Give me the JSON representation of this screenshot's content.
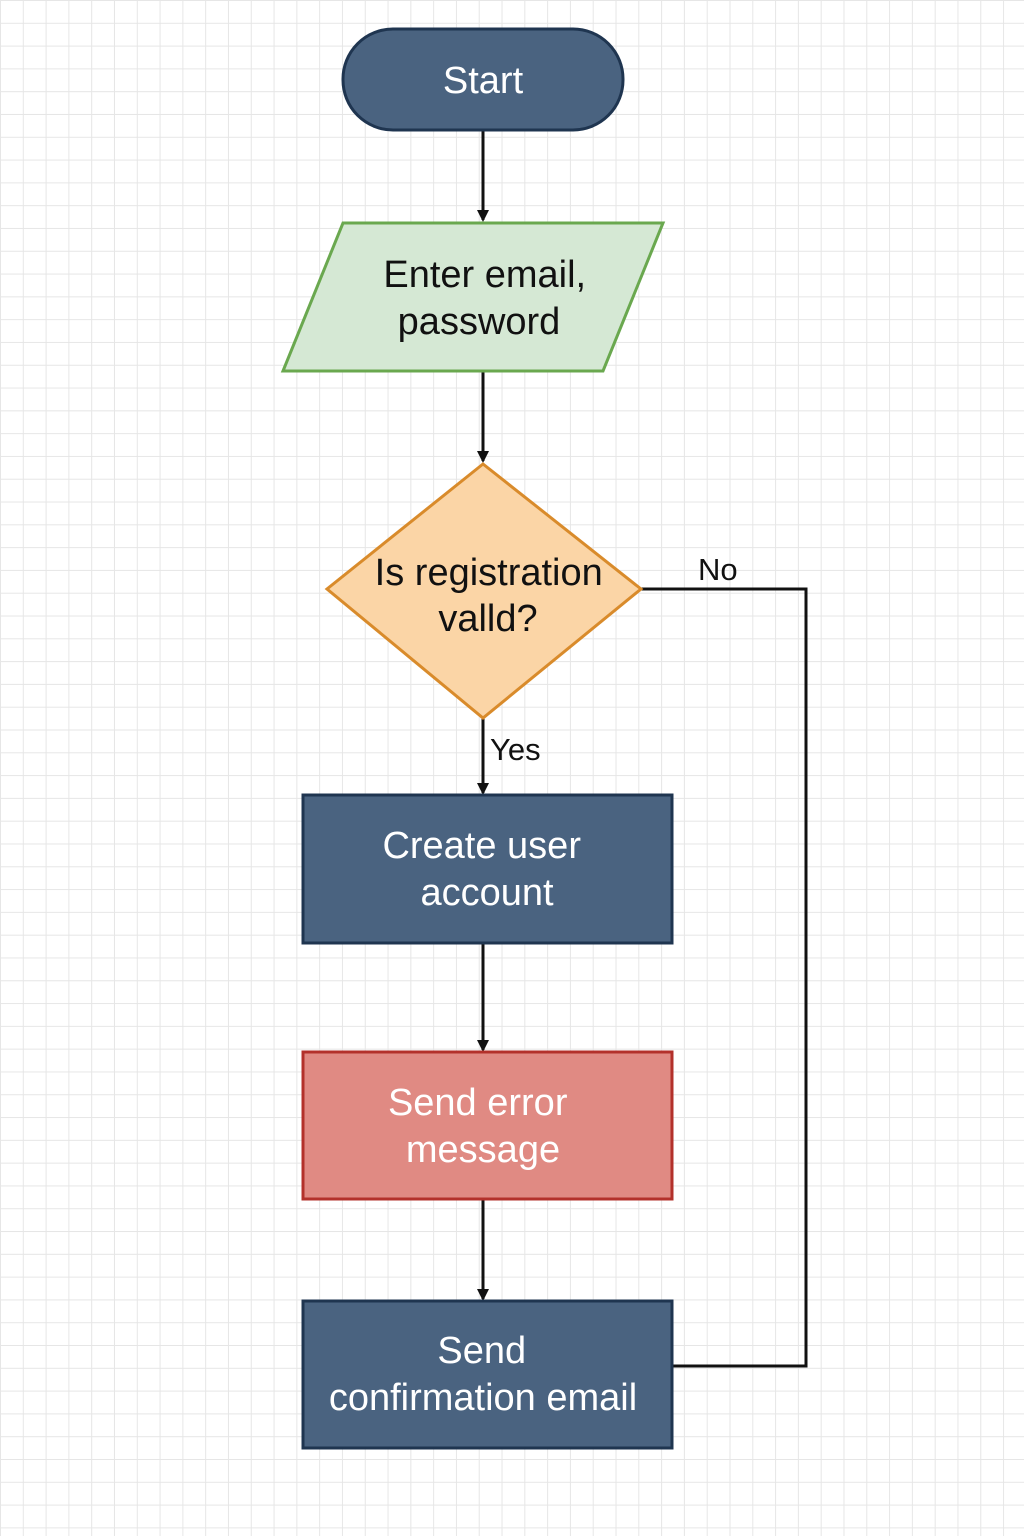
{
  "flowchart": {
    "nodes": {
      "start": {
        "shape": "terminator",
        "lines": [
          "Start"
        ],
        "fill": "#4a6380",
        "stroke": "#1f3550",
        "text_color": "#ffffff"
      },
      "input": {
        "shape": "parallelogram",
        "lines": [
          "Enter email,",
          "password"
        ],
        "fill": "#d5e8d4",
        "stroke": "#6aa84f",
        "text_color": "#111111"
      },
      "decision": {
        "shape": "diamond",
        "lines": [
          "Is registration",
          "valld?"
        ],
        "fill": "#fbd5a6",
        "stroke": "#d98b2b",
        "text_color": "#111111"
      },
      "create": {
        "shape": "process",
        "lines": [
          "Create user",
          "account"
        ],
        "fill": "#4a6380",
        "stroke": "#1f3550",
        "text_color": "#ffffff"
      },
      "error": {
        "shape": "process",
        "lines": [
          "Send error",
          "message"
        ],
        "fill": "#e08a83",
        "stroke": "#b3312b",
        "text_color": "#ffffff"
      },
      "confirm": {
        "shape": "process",
        "lines": [
          "Send",
          "confirmation email"
        ],
        "fill": "#4a6380",
        "stroke": "#1f3550",
        "text_color": "#ffffff"
      }
    },
    "edges": {
      "yes_label": "Yes",
      "no_label": "No"
    },
    "grid_color": "#e6e6e6",
    "connector_color": "#111111"
  }
}
